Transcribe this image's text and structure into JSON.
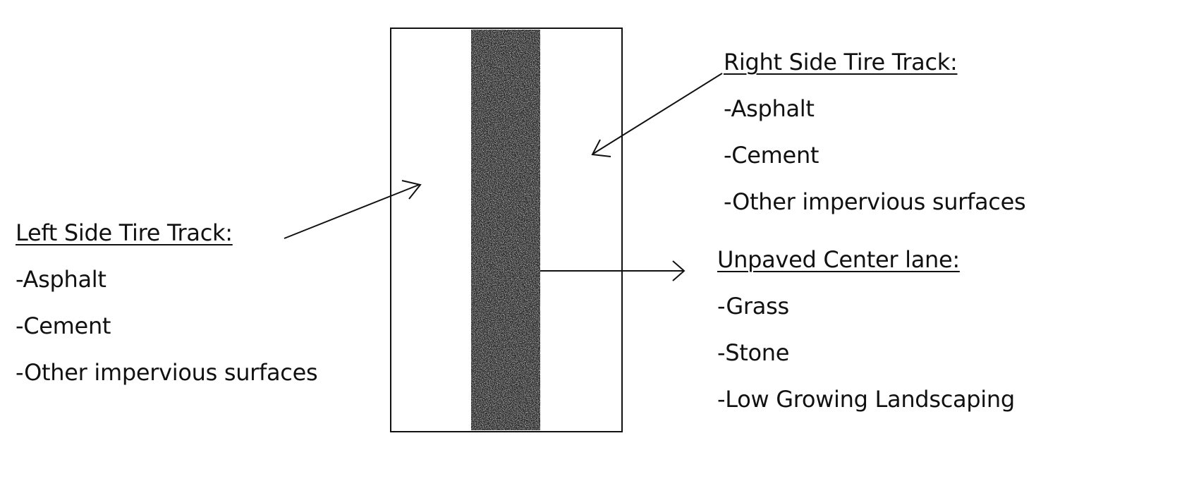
{
  "left_track": {
    "heading": "Left Side Tire Track:",
    "items": [
      "-Asphalt",
      "-Cement",
      "-Other impervious surfaces"
    ]
  },
  "right_track": {
    "heading": "Right Side Tire Track:",
    "items": [
      "-Asphalt",
      "-Cement",
      "-Other impervious surfaces"
    ]
  },
  "center_lane": {
    "heading": "Unpaved Center lane:",
    "items": [
      "-Grass",
      "-Stone",
      "-Low Growing Landscaping"
    ]
  },
  "colors": {
    "line": "#111111",
    "center_strip": "#2a2a2a",
    "background": "#ffffff"
  }
}
